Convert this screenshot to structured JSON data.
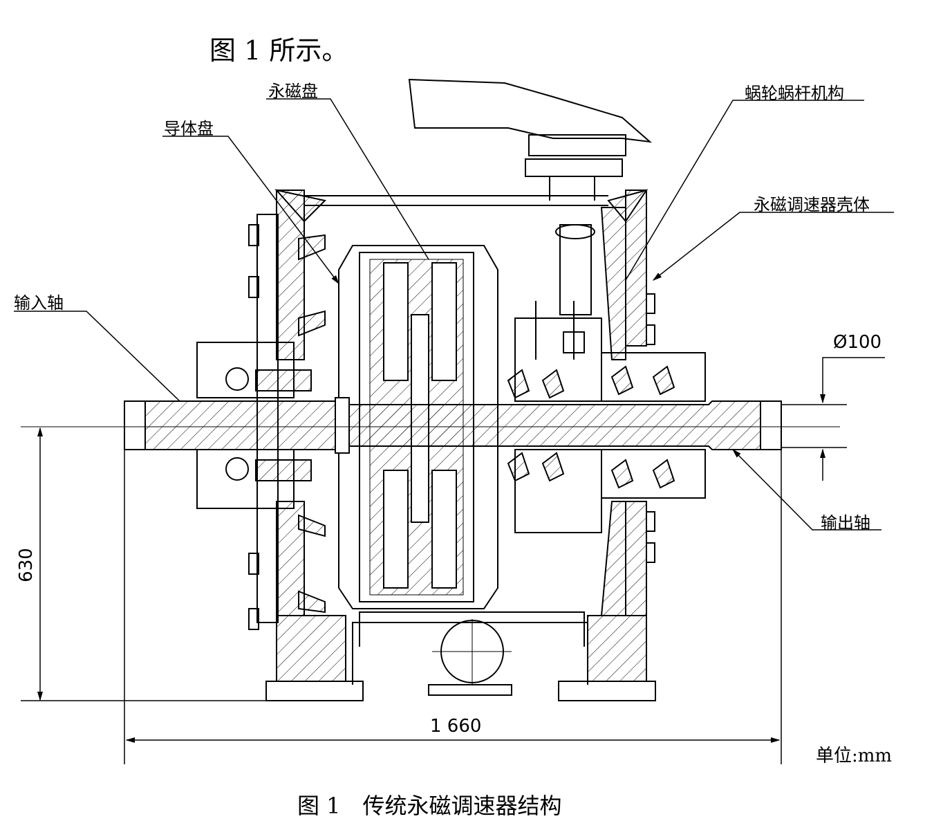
{
  "intro_text": "图 1 所示。",
  "labels": {
    "permanent_magnet_disk": "永磁盘",
    "conductor_disk": "导体盘",
    "worm_gear_mechanism": "蜗轮蜗杆机构",
    "governor_housing": "永磁调速器壳体",
    "input_shaft": "输入轴",
    "output_shaft": "输出轴"
  },
  "dimensions": {
    "shaft_diameter": "Ø100",
    "height": "630",
    "width": "1 660",
    "unit": "单位:mm"
  },
  "caption": "图 1　传统永磁调速器结构"
}
